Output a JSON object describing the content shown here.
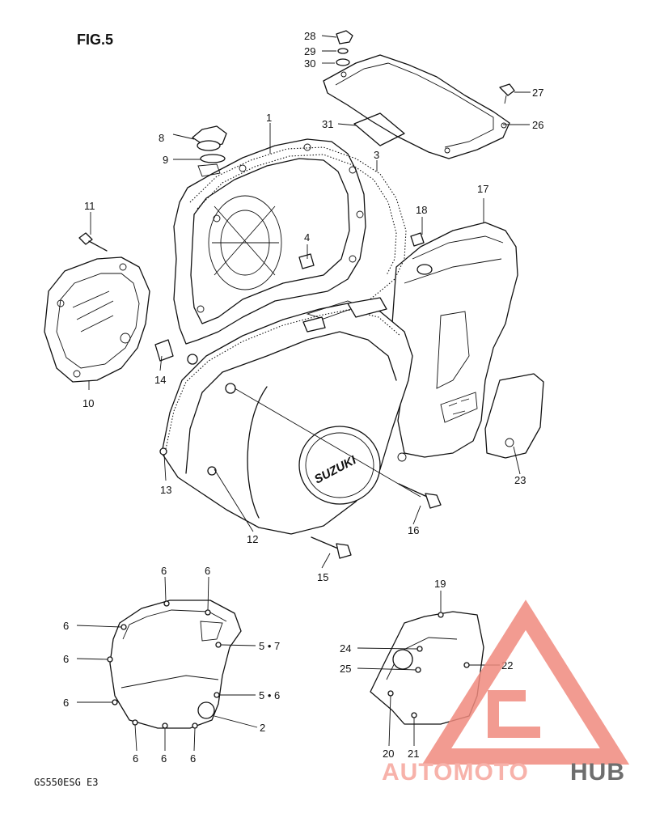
{
  "figure_title": "FIG.5",
  "footer_code": "GS550ESG  E3",
  "emblem_text": "SUZUKI",
  "watermark": {
    "part1": "AUTOMOTO",
    "part2": "HUB",
    "color_light": "#f6a59c",
    "color_dark": "#555555"
  },
  "callouts": {
    "c1": "1",
    "c2": "2",
    "c3": "3",
    "c4": "4",
    "c6a": "6",
    "c6b": "6",
    "c6c": "6",
    "c6d": "6",
    "c6e": "6",
    "c6f": "6",
    "c6g": "6",
    "c6h": "6",
    "c57": "5 • 7",
    "c56": "5 • 6",
    "c8": "8",
    "c9": "9",
    "c10": "10",
    "c11": "11",
    "c12": "12",
    "c13": "13",
    "c14": "14",
    "c15": "15",
    "c16": "16",
    "c17": "17",
    "c18": "18",
    "c19": "19",
    "c20": "20",
    "c21": "21",
    "c22": "22",
    "c23": "23",
    "c24": "24",
    "c25": "25",
    "c26": "26",
    "c27": "27",
    "c28": "28",
    "c29": "29",
    "c30": "30",
    "c31": "31"
  }
}
